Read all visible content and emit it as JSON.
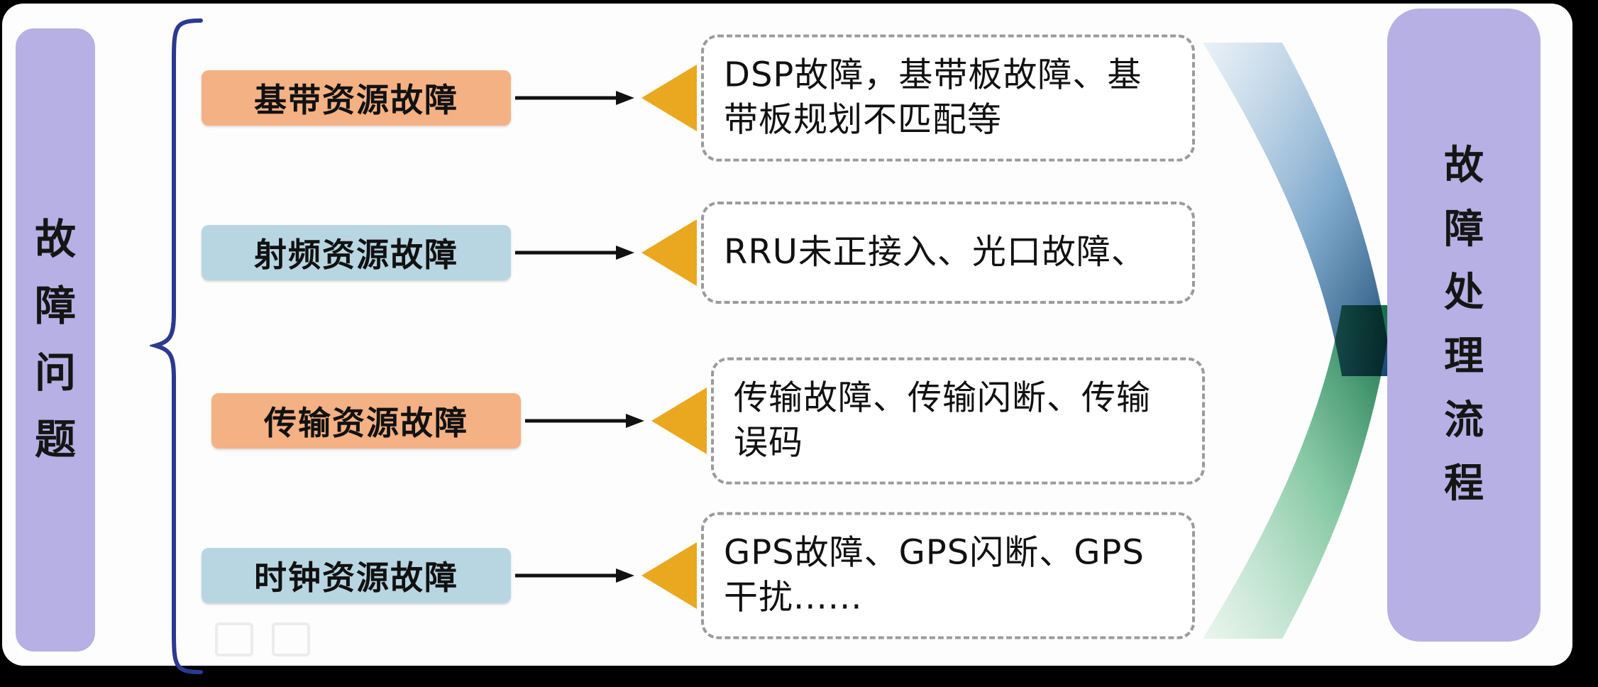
{
  "left_panel": {
    "label": "故障问题"
  },
  "right_panel": {
    "label": "故障处理流程"
  },
  "rows": [
    {
      "category": "基带资源故障",
      "color_key": "orange",
      "description": "DSP故障，基带板故障、基带板规划不匹配等"
    },
    {
      "category": "射频资源故障",
      "color_key": "blue",
      "description": "RRU未正接入、光口故障、"
    },
    {
      "category": "传输资源故障",
      "color_key": "orange",
      "description": "传输故障、传输闪断、传输误码"
    },
    {
      "category": "时钟资源故障",
      "color_key": "blue",
      "description": "GPS故障、GPS闪断、GPS干扰......"
    }
  ],
  "colors": {
    "panel_purple": "#b6b0e4",
    "box_orange": "#f4b183",
    "box_blue": "#b8d6e2",
    "triangle_yellow": "#e9a820",
    "dash_border": "#9b9b9b",
    "brace_blue": "#2b3a8f",
    "flow_blue_dark": "#14446f",
    "flow_green_dark": "#0f6b44",
    "background": "#000000",
    "canvas": "#fdfdfd"
  }
}
